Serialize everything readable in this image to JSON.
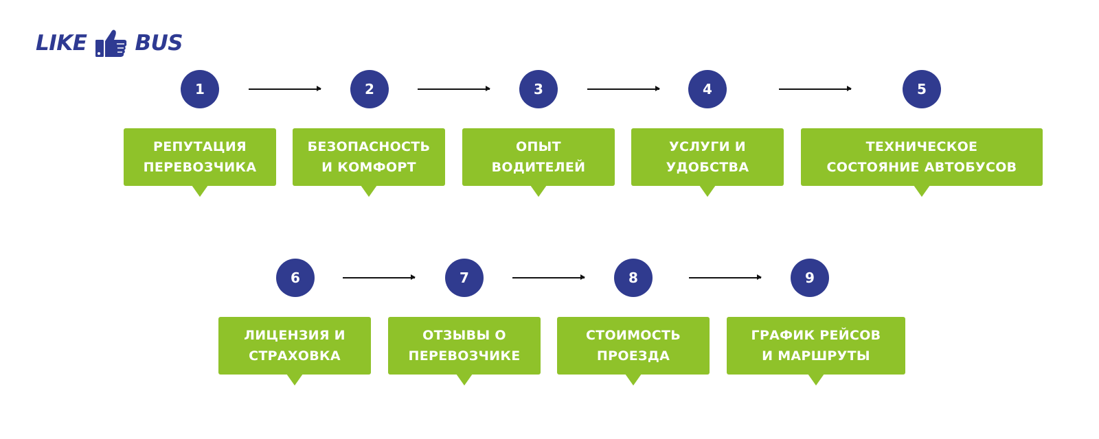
{
  "logo": {
    "left_text": "LIKE",
    "icon": "thumbs-up-icon",
    "right_text": "BUS"
  },
  "colors": {
    "circle": "#303b8f",
    "card": "#8fc22a",
    "arrow": "#111111",
    "logo": "#2e3a92"
  },
  "steps": [
    {
      "number": "1",
      "label": "РЕПУТАЦИЯ\nПЕРЕВОЗЧИКА"
    },
    {
      "number": "2",
      "label": "БЕЗОПАСНОСТЬ\nИ КОМФОРТ"
    },
    {
      "number": "3",
      "label": "ОПЫТ\nВОДИТЕЛЕЙ"
    },
    {
      "number": "4",
      "label": "УСЛУГИ И\nУДОБСТВА"
    },
    {
      "number": "5",
      "label": "ТЕХНИЧЕСКОЕ\nСОСТОЯНИЕ АВТОБУСОВ"
    },
    {
      "number": "6",
      "label": "ЛИЦЕНЗИЯ И\nСТРАХОВКА"
    },
    {
      "number": "7",
      "label": "ОТЗЫВЫ О\nПЕРЕВОЗЧИКЕ"
    },
    {
      "number": "8",
      "label": "СТОИМОСТЬ\nПРОЕЗДА"
    },
    {
      "number": "9",
      "label": "ГРАФИК РЕЙСОВ\nИ МАРШРУТЫ"
    }
  ]
}
